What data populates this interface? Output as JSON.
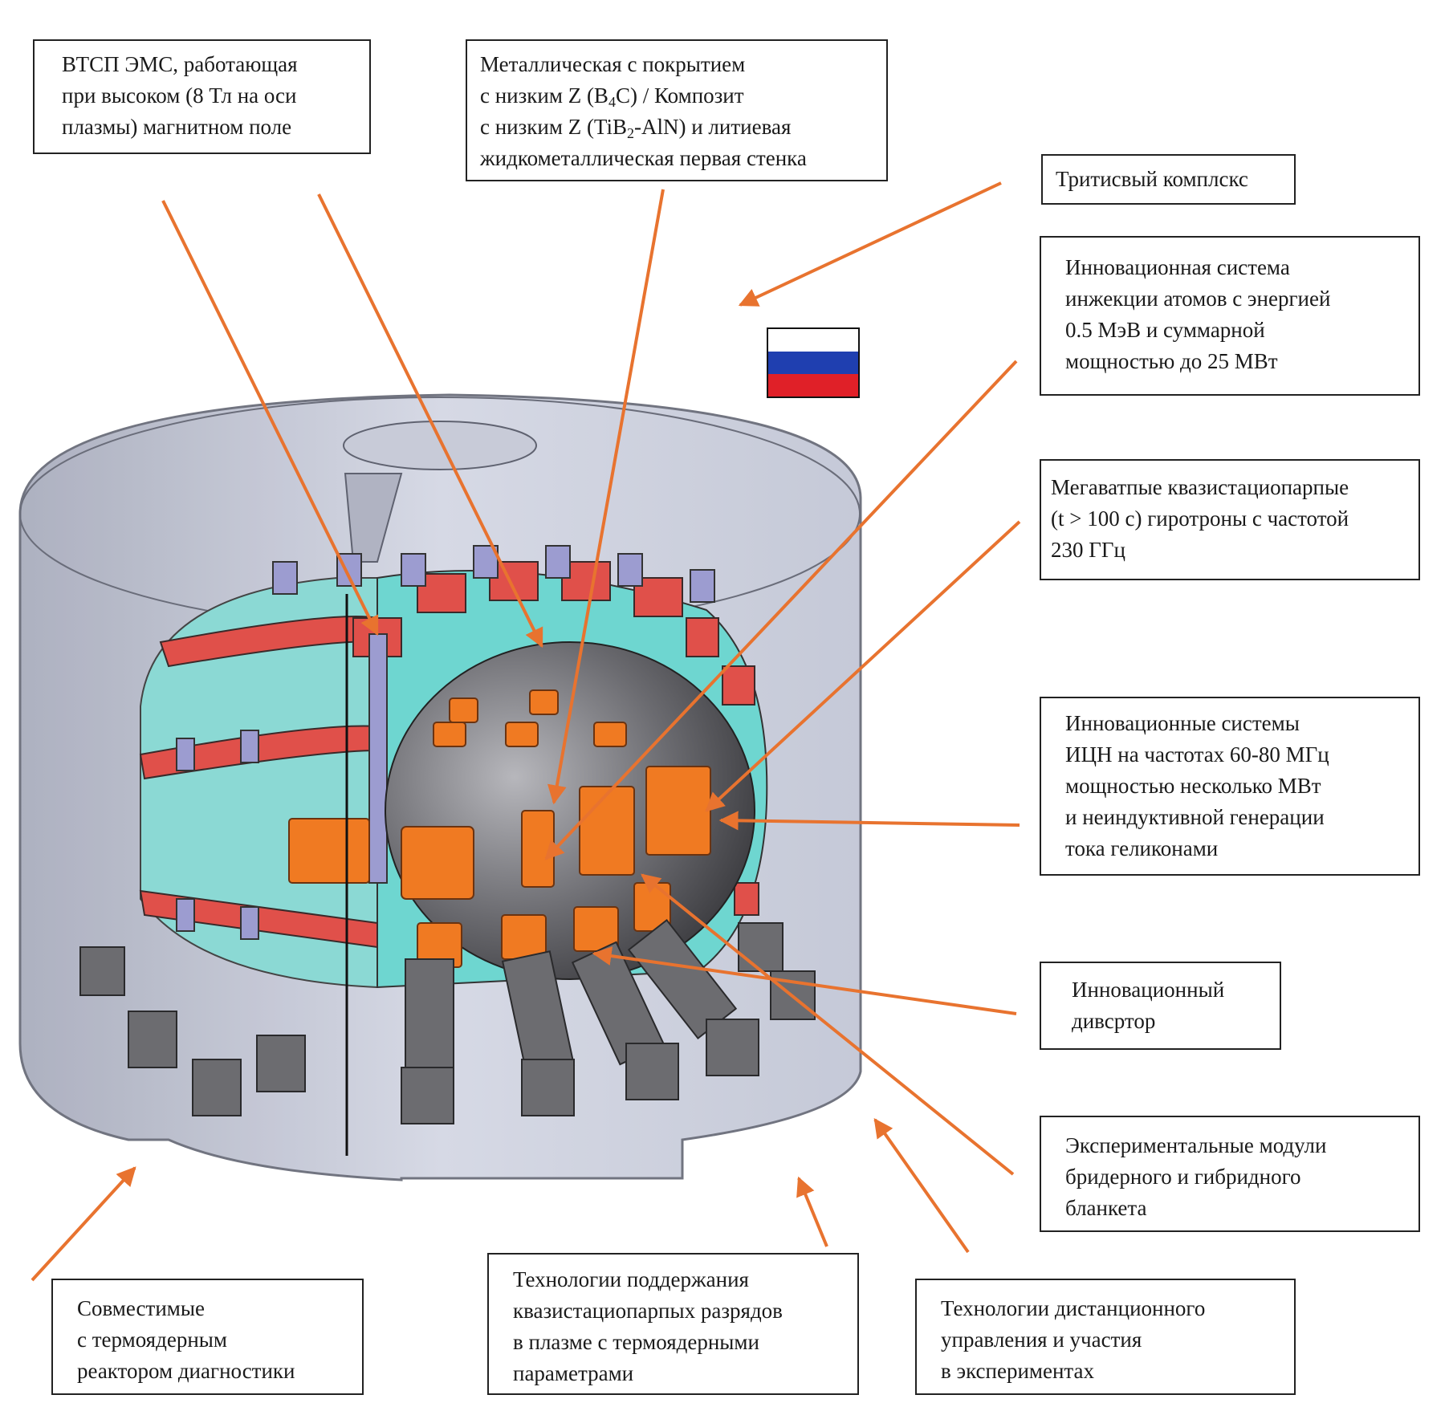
{
  "figure": {
    "subject": "tokamak reactor cutaway (3D model)",
    "accent_color": "#e8732f",
    "colors": {
      "cryostat": "#b8bccb",
      "tf_coils": "#e0504a",
      "coil_supports": "#9c9cd0",
      "vacuum_vessel": "#6ed6d0",
      "plasma_chamber": "#6a6a6e",
      "ports": "#f07a22",
      "port_extensions": "#6c6c70"
    }
  },
  "flag": {
    "icon": "russian-flag-icon",
    "stripes": [
      "#ffffff",
      "#1f3fb0",
      "#e02028"
    ]
  },
  "labels": {
    "hts_ems": {
      "lines": [
        "ВТСП ЭМС, работающая",
        "при высоком (8 Тл на оси",
        "плазмы) магнитном поле"
      ]
    },
    "first_wall": {
      "line1": "Металлическая с покрытием",
      "line2_pre": "с низким Z (B",
      "line2_sub": "4",
      "line2_post": "C) / Композит",
      "line3_pre": "с низким Z (TiB",
      "line3_sub": "2",
      "line3_post": "-AlN) и литиевая",
      "line4": "жидкометаллическая первая стенка"
    },
    "tritium": {
      "lines": [
        "Тритисвый комплскс"
      ]
    },
    "nbi": {
      "lines": [
        "Инновационная система",
        "инжекции атомов с энергией",
        "0.5 МэВ и суммарной",
        "мощностью до 25 МВт"
      ]
    },
    "gyrotrons": {
      "lines": [
        "Мегаватпые квазистациопарпые",
        "(t > 100 с) гиротроны с частотой",
        "230 ГГц"
      ]
    },
    "icrh": {
      "lines": [
        "Инновационные системы",
        "ИЦН на частотах 60-80 МГц",
        "мощностью несколько МВт",
        "и неиндуктивной генерации",
        "тока геликонами"
      ]
    },
    "divertor": {
      "lines": [
        "Инновационный",
        "дивсртор"
      ]
    },
    "blanket": {
      "lines": [
        "Экспериментальные модули",
        "бридерного и гибридного",
        "бланкета"
      ]
    },
    "diagnostics": {
      "lines": [
        "Совместимые",
        "с термоядерным",
        "реактором диагностики"
      ]
    },
    "discharges": {
      "lines": [
        "Технологии поддержания",
        "квазистациопарпых разрядов",
        "в плазме с термоядерными",
        "параметрами"
      ]
    },
    "remote": {
      "lines": [
        "Технологии дистанционного",
        "управления и участия",
        "в экспериментах"
      ]
    }
  }
}
